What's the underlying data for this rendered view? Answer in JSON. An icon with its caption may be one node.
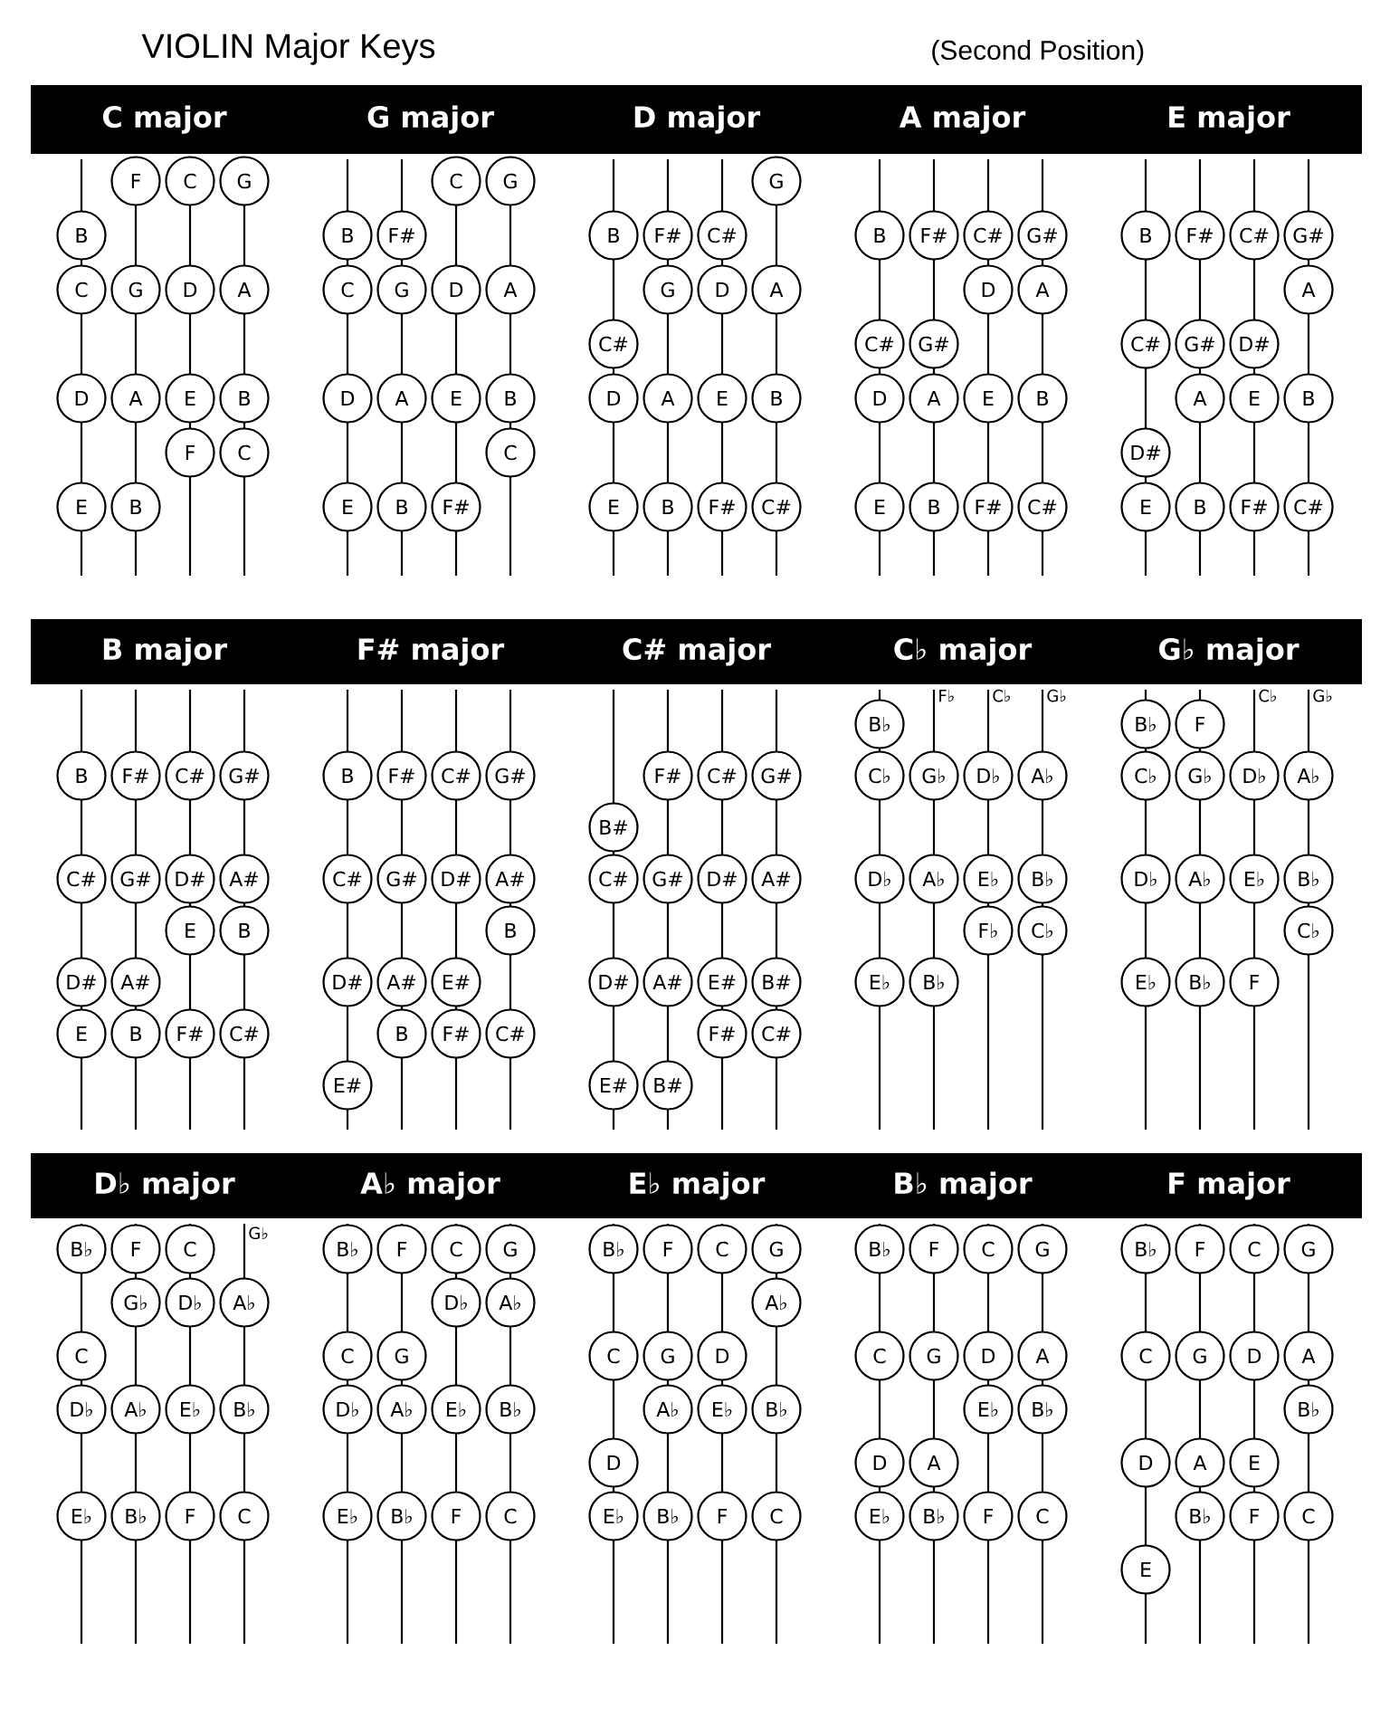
{
  "diagram": {
    "title": "VIOLIN Major Keys",
    "nodes": [
      {
        "text": [
          "C major"
        ]
      },
      {
        "text": [
          "F"
        ]
      },
      {
        "text": [
          "C"
        ]
      },
      {
        "text": [
          "G"
        ]
      },
      {
        "text": [
          "B"
        ]
      },
      {
        "text": [
          "C"
        ]
      },
      {
        "text": [
          "G"
        ]
      },
      {
        "text": [
          "D"
        ]
      },
      {
        "text": [
          "A"
        ]
      },
      {
        "text": [
          "D"
        ]
      },
      {
        "text": [
          "A"
        ]
      },
      {
        "text": [
          "E"
        ]
      },
      {
        "text": [
          "B"
        ]
      },
      {
        "text": [
          "F"
        ]
      },
      {
        "text": [
          "C"
        ]
      },
      {
        "text": [
          "E"
        ]
      },
      {
        "text": [
          "B"
        ]
      },
      {
        "text": [
          "G major"
        ]
      },
      {
        "text": [
          "C"
        ]
      },
      {
        "text": [
          "G"
        ]
      },
      {
        "text": [
          "B"
        ]
      },
      {
        "text": [
          "F#"
        ]
      },
      {
        "text": [
          "C"
        ]
      },
      {
        "text": [
          "G"
        ]
      },
      {
        "text": [
          "D"
        ]
      },
      {
        "text": [
          "A"
        ]
      },
      {
        "text": [
          "D"
        ]
      },
      {
        "text": [
          "A"
        ]
      },
      {
        "text": [
          "E"
        ]
      },
      {
        "text": [
          "B"
        ]
      },
      {
        "text": [
          "C"
        ]
      },
      {
        "text": [
          "E"
        ]
      },
      {
        "text": [
          "B"
        ]
      },
      {
        "text": [
          "F#"
        ]
      },
      {
        "text": [
          "D major"
        ]
      },
      {
        "text": [
          "G"
        ]
      },
      {
        "text": [
          "B"
        ]
      },
      {
        "text": [
          "F#"
        ]
      },
      {
        "text": [
          "C#"
        ]
      },
      {
        "text": [
          "G"
        ]
      },
      {
        "text": [
          "D"
        ]
      },
      {
        "text": [
          "A"
        ]
      },
      {
        "text": [
          "C#"
        ]
      },
      {
        "text": [
          "D"
        ]
      },
      {
        "text": [
          "A"
        ]
      },
      {
        "text": [
          "E"
        ]
      },
      {
        "text": [
          "B"
        ]
      },
      {
        "text": [
          "E"
        ]
      },
      {
        "text": [
          "B"
        ]
      },
      {
        "text": [
          "F#"
        ]
      },
      {
        "text": [
          "C#"
        ]
      },
      {
        "text": [
          "A major"
        ]
      },
      {
        "text": [
          "B"
        ]
      },
      {
        "text": [
          "F#"
        ]
      },
      {
        "text": [
          "C#"
        ]
      },
      {
        "text": [
          "G#"
        ]
      },
      {
        "text": [
          "D"
        ]
      },
      {
        "text": [
          "A"
        ]
      },
      {
        "text": [
          "C#"
        ]
      },
      {
        "text": [
          "G#"
        ]
      },
      {
        "text": [
          "D"
        ]
      },
      {
        "text": [
          "A"
        ]
      },
      {
        "text": [
          "E"
        ]
      },
      {
        "text": [
          "B"
        ]
      },
      {
        "text": [
          "E"
        ]
      },
      {
        "text": [
          "B"
        ]
      },
      {
        "text": [
          "F#"
        ]
      },
      {
        "text": [
          "C#"
        ]
      },
      {
        "text": [
          "E major"
        ]
      },
      {
        "text": [
          "B"
        ]
      },
      {
        "text": [
          "F#"
        ]
      },
      {
        "text": [
          "C#"
        ]
      },
      {
        "text": [
          "G#"
        ]
      },
      {
        "text": [
          "A"
        ]
      },
      {
        "text": [
          "C#"
        ]
      },
      {
        "text": [
          "G#"
        ]
      },
      {
        "text": [
          "D#"
        ]
      },
      {
        "text": [
          "A"
        ]
      },
      {
        "text": [
          "E"
        ]
      },
      {
        "text": [
          "B"
        ]
      },
      {
        "text": [
          "D#"
        ]
      },
      {
        "text": [
          "E"
        ]
      },
      {
        "text": [
          "B"
        ]
      },
      {
        "text": [
          "F#"
        ]
      },
      {
        "text": [
          "C#"
        ]
      },
      {
        "text": [
          "B major"
        ]
      },
      {
        "text": [
          "B"
        ]
      },
      {
        "text": [
          "F#"
        ]
      },
      {
        "text": [
          "C#"
        ]
      },
      {
        "text": [
          "G#"
        ]
      },
      {
        "text": [
          "C#"
        ]
      },
      {
        "text": [
          "G#"
        ]
      },
      {
        "text": [
          "D#"
        ]
      },
      {
        "text": [
          "A#"
        ]
      },
      {
        "text": [
          "E"
        ]
      },
      {
        "text": [
          "B"
        ]
      },
      {
        "text": [
          "D#"
        ]
      },
      {
        "text": [
          "A#"
        ]
      },
      {
        "text": [
          "E"
        ]
      },
      {
        "text": [
          "B"
        ]
      },
      {
        "text": [
          "F#"
        ]
      },
      {
        "text": [
          "C#"
        ]
      },
      {
        "text": [
          "F# major"
        ]
      },
      {
        "text": [
          "B"
        ]
      },
      {
        "text": [
          "F#"
        ]
      },
      {
        "text": [
          "C#"
        ]
      },
      {
        "text": [
          "G#"
        ]
      },
      {
        "text": [
          "C#"
        ]
      },
      {
        "text": [
          "G#"
        ]
      },
      {
        "text": [
          "D#"
        ]
      },
      {
        "text": [
          "A#"
        ]
      },
      {
        "text": [
          "B"
        ]
      },
      {
        "text": [
          "D#"
        ]
      },
      {
        "text": [
          "A#"
        ]
      },
      {
        "text": [
          "E#"
        ]
      },
      {
        "text": [
          "B"
        ]
      },
      {
        "text": [
          "F#"
        ]
      },
      {
        "text": [
          "C#"
        ]
      },
      {
        "text": [
          "E#"
        ]
      },
      {
        "text": [
          "C# major"
        ]
      },
      {
        "text": [
          "F#"
        ]
      },
      {
        "text": [
          "C#"
        ]
      },
      {
        "text": [
          "G#"
        ]
      },
      {
        "text": [
          "B#"
        ]
      },
      {
        "text": [
          "C#"
        ]
      },
      {
        "text": [
          "G#"
        ]
      },
      {
        "text": [
          "D#"
        ]
      },
      {
        "text": [
          "A#"
        ]
      },
      {
        "text": [
          "D#"
        ]
      },
      {
        "text": [
          "A#"
        ]
      },
      {
        "text": [
          "E#"
        ]
      },
      {
        "text": [
          "B#"
        ]
      },
      {
        "text": [
          "F#"
        ]
      },
      {
        "text": [
          "C#"
        ]
      },
      {
        "text": [
          "E#"
        ]
      },
      {
        "text": [
          "B#"
        ]
      },
      {
        "text": [
          "C♭ major"
        ]
      },
      {
        "text": [
          "B♭"
        ]
      },
      {
        "text": [
          "C♭"
        ]
      },
      {
        "text": [
          "G♭"
        ]
      },
      {
        "text": [
          "D♭"
        ]
      },
      {
        "text": [
          "A♭"
        ]
      },
      {
        "text": [
          "D♭"
        ]
      },
      {
        "text": [
          "A♭"
        ]
      },
      {
        "text": [
          "E♭"
        ]
      },
      {
        "text": [
          "B♭"
        ]
      },
      {
        "text": [
          "F♭"
        ]
      },
      {
        "text": [
          "C♭"
        ]
      },
      {
        "text": [
          "E♭"
        ]
      },
      {
        "text": [
          "B♭"
        ]
      },
      {
        "text": [
          "G♭ major"
        ]
      },
      {
        "text": [
          "B♭"
        ]
      },
      {
        "text": [
          "F"
        ]
      },
      {
        "text": [
          "C♭"
        ]
      },
      {
        "text": [
          "G♭"
        ]
      },
      {
        "text": [
          "D♭"
        ]
      },
      {
        "text": [
          "A♭"
        ]
      },
      {
        "text": [
          "D♭"
        ]
      },
      {
        "text": [
          "A♭"
        ]
      },
      {
        "text": [
          "E♭"
        ]
      },
      {
        "text": [
          "B♭"
        ]
      },
      {
        "text": [
          "C♭"
        ]
      },
      {
        "text": [
          "E♭"
        ]
      },
      {
        "text": [
          "B♭"
        ]
      },
      {
        "text": [
          "F"
        ]
      },
      {
        "text": [
          "D♭ major"
        ]
      },
      {
        "text": [
          "B♭"
        ]
      },
      {
        "text": [
          "F"
        ]
      },
      {
        "text": [
          "C"
        ]
      },
      {
        "text": [
          "G♭"
        ]
      },
      {
        "text": [
          "D♭"
        ]
      },
      {
        "text": [
          "A♭"
        ]
      },
      {
        "text": [
          "C"
        ]
      },
      {
        "text": [
          "D♭"
        ]
      },
      {
        "text": [
          "A♭"
        ]
      },
      {
        "text": [
          "E♭"
        ]
      },
      {
        "text": [
          "B♭"
        ]
      },
      {
        "text": [
          "E♭"
        ]
      },
      {
        "text": [
          "B♭"
        ]
      },
      {
        "text": [
          "F"
        ]
      },
      {
        "text": [
          "C"
        ]
      },
      {
        "text": [
          "A♭ major"
        ]
      },
      {
        "text": [
          "B♭"
        ]
      },
      {
        "text": [
          "F"
        ]
      },
      {
        "text": [
          "C"
        ]
      },
      {
        "text": [
          "G"
        ]
      },
      {
        "text": [
          "D♭"
        ]
      },
      {
        "text": [
          "A♭"
        ]
      },
      {
        "text": [
          "C"
        ]
      },
      {
        "text": [
          "G"
        ]
      },
      {
        "text": [
          "D♭"
        ]
      },
      {
        "text": [
          "A♭"
        ]
      },
      {
        "text": [
          "E♭"
        ]
      },
      {
        "text": [
          "B♭"
        ]
      },
      {
        "text": [
          "E♭"
        ]
      },
      {
        "text": [
          "B♭"
        ]
      },
      {
        "text": [
          "F"
        ]
      },
      {
        "text": [
          "C"
        ]
      },
      {
        "text": [
          "E♭ major"
        ]
      },
      {
        "text": [
          "B♭"
        ]
      },
      {
        "text": [
          "F"
        ]
      },
      {
        "text": [
          "C"
        ]
      },
      {
        "text": [
          "G"
        ]
      },
      {
        "text": [
          "A♭"
        ]
      },
      {
        "text": [
          "C"
        ]
      },
      {
        "text": [
          "G"
        ]
      },
      {
        "text": [
          "D"
        ]
      },
      {
        "text": [
          "A♭"
        ]
      },
      {
        "text": [
          "E♭"
        ]
      },
      {
        "text": [
          "B♭"
        ]
      },
      {
        "text": [
          "D"
        ]
      },
      {
        "text": [
          "E♭"
        ]
      },
      {
        "text": [
          "B♭"
        ]
      },
      {
        "text": [
          "F"
        ]
      },
      {
        "text": [
          "C"
        ]
      },
      {
        "text": [
          "B♭ major"
        ]
      },
      {
        "text": [
          "B♭"
        ]
      },
      {
        "text": [
          "F"
        ]
      },
      {
        "text": [
          "C"
        ]
      },
      {
        "text": [
          "G"
        ]
      },
      {
        "text": [
          "C"
        ]
      },
      {
        "text": [
          "G"
        ]
      },
      {
        "text": [
          "D"
        ]
      },
      {
        "text": [
          "A"
        ]
      },
      {
        "text": [
          "E♭"
        ]
      },
      {
        "text": [
          "B♭"
        ]
      },
      {
        "text": [
          "D"
        ]
      },
      {
        "text": [
          "A"
        ]
      },
      {
        "text": [
          "E♭"
        ]
      },
      {
        "text": [
          "B♭"
        ]
      },
      {
        "text": [
          "F"
        ]
      },
      {
        "text": [
          "C"
        ]
      },
      {
        "text": [
          "F major"
        ]
      },
      {
        "text": [
          "B♭"
        ]
      },
      {
        "text": [
          "F"
        ]
      },
      {
        "text": [
          "C"
        ]
      },
      {
        "text": [
          "G"
        ]
      },
      {
        "text": [
          "C"
        ]
      },
      {
        "text": [
          "G"
        ]
      },
      {
        "text": [
          "D"
        ]
      },
      {
        "text": [
          "A"
        ]
      },
      {
        "text": [
          "B♭"
        ]
      },
      {
        "text": [
          "D"
        ]
      },
      {
        "text": [
          "A"
        ]
      },
      {
        "text": [
          "E"
        ]
      },
      {
        "text": [
          "B♭"
        ]
      },
      {
        "text": [
          "F"
        ]
      },
      {
        "text": [
          "C"
        ]
      },
      {
        "text": [
          "E"
        ]
      }
    ],
    "labels": [
      "(Second Position)",
      "F♭",
      "C♭",
      "G♭",
      "C♭",
      "G♭",
      "G♭"
    ]
  }
}
